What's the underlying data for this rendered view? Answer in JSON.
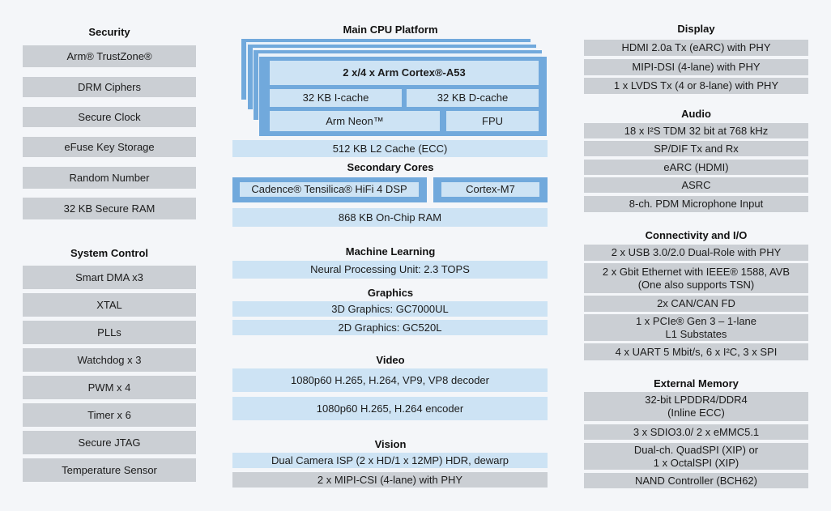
{
  "colors": {
    "background": "#f4f6f9",
    "gray_block": "#cbcfd4",
    "light_blue_block": "#cde3f4",
    "dark_blue_frame": "#71a9dc"
  },
  "left": {
    "security": {
      "title": "Security",
      "items": [
        "Arm® TrustZone®",
        "DRM Ciphers",
        "Secure Clock",
        "eFuse Key Storage",
        "Random Number",
        "32 KB Secure RAM"
      ]
    },
    "system_control": {
      "title": "System Control",
      "items": [
        "Smart DMA x3",
        "XTAL",
        "PLLs",
        "Watchdog x 3",
        "PWM x 4",
        "Timer x 6",
        "Secure JTAG",
        "Temperature Sensor"
      ]
    }
  },
  "center": {
    "main_cpu": {
      "title": "Main CPU Platform",
      "core": "2 x/4 x Arm Cortex®-A53",
      "icache": "32 KB I-cache",
      "dcache": "32 KB D-cache",
      "neon": "Arm Neon™",
      "fpu": "FPU",
      "l2": "512 KB L2 Cache (ECC)"
    },
    "secondary": {
      "title": "Secondary Cores",
      "dsp": "Cadence® Tensilica® HiFi 4 DSP",
      "m7": "Cortex-M7",
      "ram": "868 KB On-Chip RAM"
    },
    "ml": {
      "title": "Machine Learning",
      "npu": "Neural Processing Unit: 2.3 TOPS"
    },
    "graphics": {
      "title": "Graphics",
      "items": [
        "3D Graphics: GC7000UL",
        "2D Graphics: GC520L"
      ]
    },
    "video": {
      "title": "Video",
      "items": [
        "1080p60 H.265, H.264, VP9, VP8 decoder",
        "1080p60 H.265, H.264 encoder"
      ]
    },
    "vision": {
      "title": "Vision",
      "isp": "Dual Camera ISP (2 x HD/1 x 12MP) HDR, dewarp",
      "csi": "2 x MIPI-CSI (4-lane) with PHY"
    }
  },
  "right": {
    "display": {
      "title": "Display",
      "items": [
        "HDMI 2.0a Tx (eARC) with PHY",
        "MIPI-DSI (4-lane) with PHY",
        "1 x LVDS Tx (4 or 8-lane) with PHY"
      ]
    },
    "audio": {
      "title": "Audio",
      "items": [
        "18 x I²S TDM 32 bit at 768 kHz",
        "SP/DIF Tx and Rx",
        "eARC (HDMI)",
        "ASRC",
        "8-ch. PDM Microphone Input"
      ]
    },
    "connectivity": {
      "title": "Connectivity and I/O",
      "items": [
        "2 x USB 3.0/2.0 Dual-Role with PHY",
        "2 x Gbit Ethernet with IEEE® 1588, AVB\n(One also supports TSN)",
        "2x CAN/CAN FD",
        "1 x PCIe® Gen 3 – 1-lane\nL1 Substates",
        "4 x UART 5 Mbit/s, 6 x I²C, 3 x SPI"
      ]
    },
    "memory": {
      "title": "External Memory",
      "items": [
        "32-bit LPDDR4/DDR4\n(Inline ECC)",
        "3 x SDIO3.0/ 2 x eMMC5.1",
        "Dual-ch. QuadSPI (XIP) or\n1 x OctalSPI (XIP)",
        "NAND Controller (BCH62)"
      ]
    }
  }
}
